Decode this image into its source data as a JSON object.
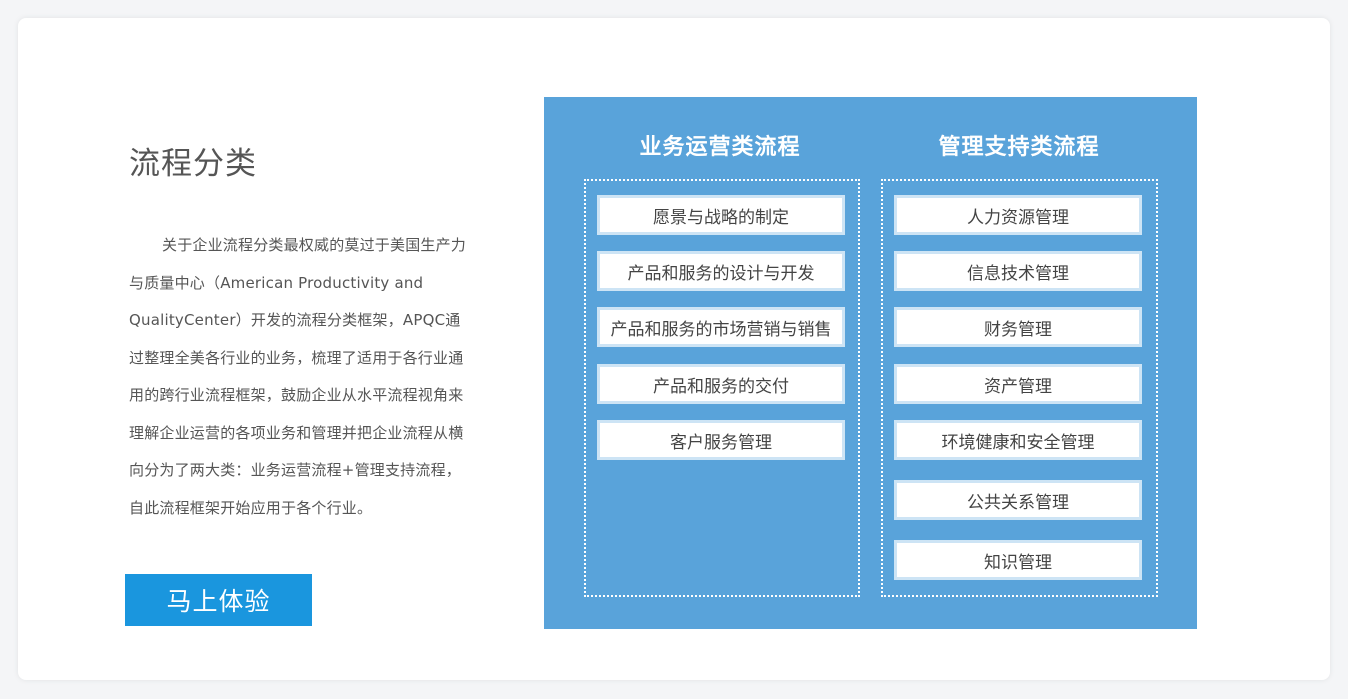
{
  "intro": {
    "title": "流程分类",
    "paragraph": "关于企业流程分类最权威的莫过于美国生产力与质量中心（American Productivity and QualityCenter）开发的流程分类框架，APQC通过整理全美各行业的业务，梳理了适用于各行业通用的跨行业流程框架，鼓励企业从水平流程视角来理解企业运营的各项业务和管理并把企业流程从横向分为了两大类：业务运营流程+管理支持流程，自此流程框架开始应用于各个行业。",
    "cta_label": "马上体验"
  },
  "diagram": {
    "background_color": "#59a3da",
    "operations": {
      "title": "业务运营类流程",
      "items": [
        "愿景与战略的制定",
        "产品和服务的设计与开发",
        "产品和服务的市场营销与销售",
        "产品和服务的交付",
        "客户服务管理"
      ]
    },
    "support": {
      "title": "管理支持类流程",
      "items": [
        "人力资源管理",
        "信息技术管理",
        "财务管理",
        "资产管理",
        "环境健康和安全管理",
        "公共关系管理",
        "知识管理"
      ]
    }
  },
  "colors": {
    "accent_button": "#1a96de",
    "diagram_blue": "#59a3da",
    "text": "#555555"
  }
}
